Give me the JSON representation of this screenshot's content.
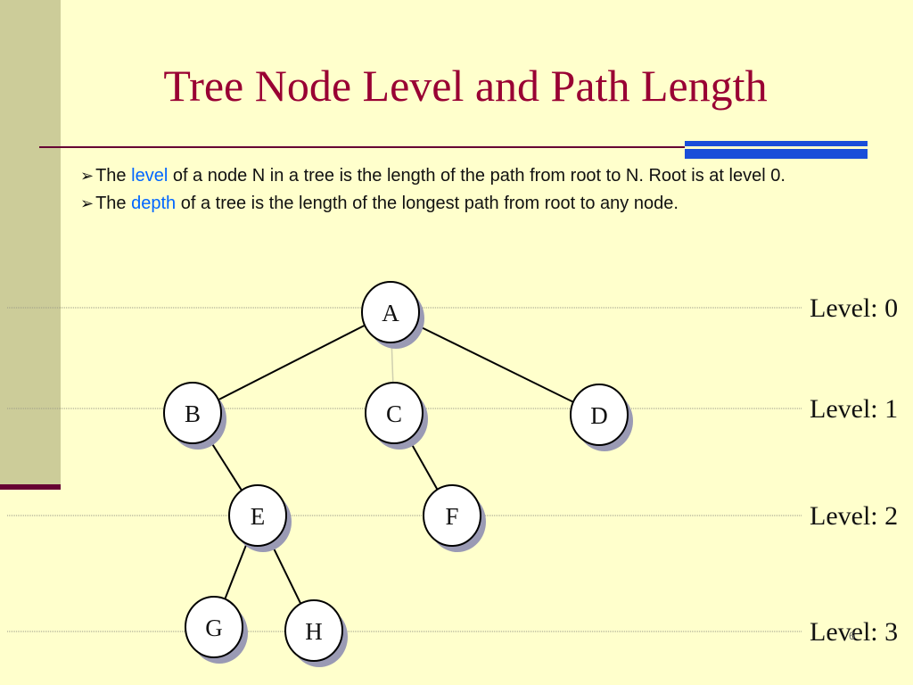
{
  "title": "Tree Node Level and Path Length",
  "bullets": [
    {
      "arrow": "➢",
      "pre": "The ",
      "keyword": "level",
      "post": " of a node N in a tree is the length of the path from root to N. Root is at level 0."
    },
    {
      "arrow": "➢",
      "pre": "The ",
      "keyword": "depth",
      "post": " of a tree is the length of the longest path from root to any node."
    }
  ],
  "tree": {
    "nodes": [
      {
        "id": "A",
        "label": "A",
        "level": 0
      },
      {
        "id": "B",
        "label": "B",
        "level": 1
      },
      {
        "id": "C",
        "label": "C",
        "level": 1
      },
      {
        "id": "D",
        "label": "D",
        "level": 1
      },
      {
        "id": "E",
        "label": "E",
        "level": 2
      },
      {
        "id": "F",
        "label": "F",
        "level": 2
      },
      {
        "id": "G",
        "label": "G",
        "level": 3
      },
      {
        "id": "H",
        "label": "H",
        "level": 3
      }
    ],
    "edges": [
      [
        "A",
        "B"
      ],
      [
        "A",
        "C"
      ],
      [
        "A",
        "D"
      ],
      [
        "B",
        "E"
      ],
      [
        "C",
        "F"
      ],
      [
        "E",
        "G"
      ],
      [
        "E",
        "H"
      ]
    ]
  },
  "level_labels": [
    "Level: 0",
    "Level: 1",
    "Level: 2",
    "Level: 3"
  ],
  "page_number": "6",
  "colors": {
    "background": "#ffffcc",
    "title": "#990033",
    "keyword": "#0066ff",
    "accent": "#1a4ed9"
  }
}
